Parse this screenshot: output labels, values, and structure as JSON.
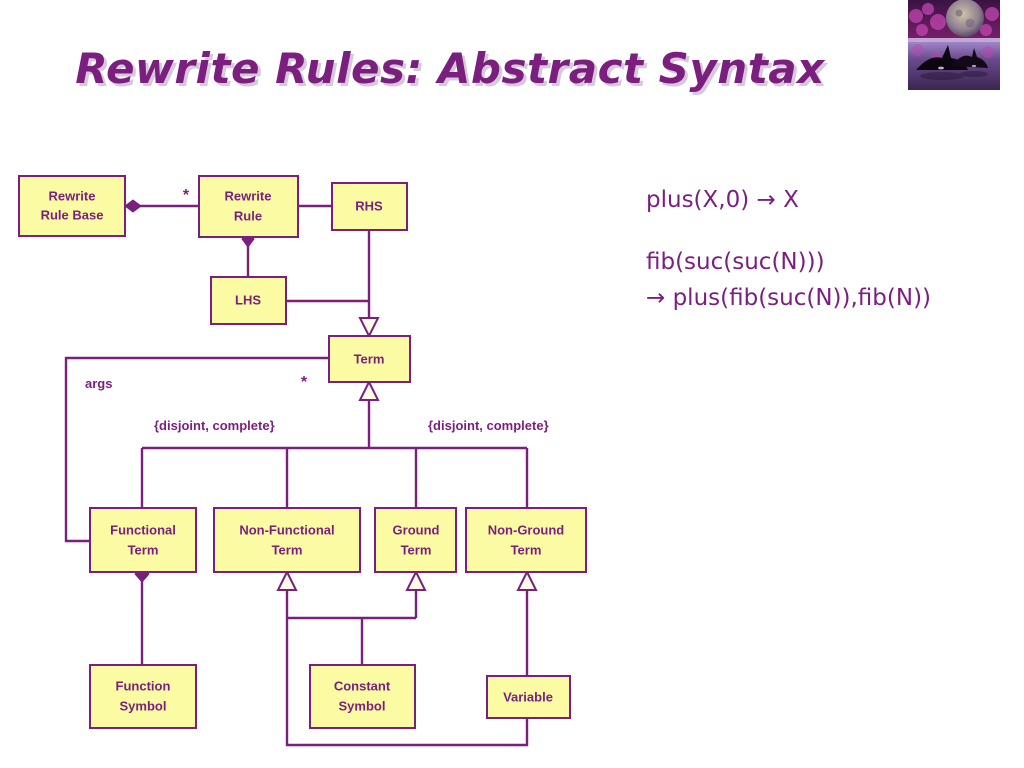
{
  "slide": {
    "title": "Rewrite Rules: Abstract Syntax",
    "accent_color": "#7B1F7E",
    "box_fill": "#FBFBA3",
    "background": "#FFFFFF"
  },
  "decoration": {
    "image_alt": "orcas-at-moonlit-lake-thumbnail"
  },
  "examples": [
    {
      "lines": [
        "plus(X,0) → X"
      ]
    },
    {
      "lines": [
        "fib(suc(suc(N)))",
        "→ plus(fib(suc(N)),fib(N))"
      ]
    }
  ],
  "diagram": {
    "classes": [
      {
        "id": "rewrite-rule-base",
        "lines": [
          "Rewrite",
          "Rule Base"
        ]
      },
      {
        "id": "rewrite-rule",
        "lines": [
          "Rewrite",
          "Rule"
        ]
      },
      {
        "id": "rhs",
        "lines": [
          "RHS"
        ]
      },
      {
        "id": "lhs",
        "lines": [
          "LHS"
        ]
      },
      {
        "id": "term",
        "lines": [
          "Term"
        ]
      },
      {
        "id": "functional-term",
        "lines": [
          "Functional",
          "Term"
        ]
      },
      {
        "id": "non-functional-term",
        "lines": [
          "Non-Functional",
          "Term"
        ]
      },
      {
        "id": "ground-term",
        "lines": [
          "Ground",
          "Term"
        ]
      },
      {
        "id": "non-ground-term",
        "lines": [
          "Non-Ground",
          "Term"
        ]
      },
      {
        "id": "function-symbol",
        "lines": [
          "Function",
          "Symbol"
        ]
      },
      {
        "id": "constant-symbol",
        "lines": [
          "Constant",
          "Symbol"
        ]
      },
      {
        "id": "variable",
        "lines": [
          "Variable"
        ]
      }
    ],
    "labels": {
      "args": "args",
      "mult_rule_base": "*",
      "mult_args": "*",
      "constraint_left": "{disjoint, complete}",
      "constraint_right": "{disjoint, complete}"
    }
  }
}
